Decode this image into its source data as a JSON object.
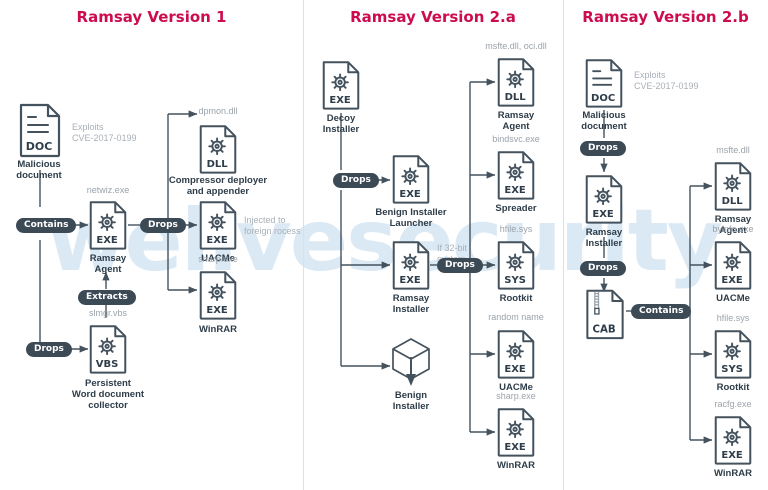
{
  "figure": {
    "watermark": "welivesecurity",
    "accent_title_color": "#cc0c4f",
    "badge_color": "#3c4a56",
    "icon_stroke_color": "#44525e",
    "note_color": "#a8b0b8",
    "label_color": "#2e3d49"
  },
  "columns": [
    {
      "id": "v1",
      "title": "Ramsay Version 1",
      "nodes": [
        {
          "name": "malicious-document",
          "icon": "DOC",
          "top_label": "",
          "bottom_label": "Malicious\ndocument"
        },
        {
          "name": "ramsay-agent",
          "icon": "EXE",
          "top_label": "netwiz.exe",
          "bottom_label": "Ramsay\nAgent"
        },
        {
          "name": "compressor-deployer",
          "icon": "DLL",
          "top_label": "dpmon.dll",
          "bottom_label": "Compressor deployer\nand appender"
        },
        {
          "name": "uacme",
          "icon": "EXE",
          "top_label": "",
          "bottom_label": "UACMe"
        },
        {
          "name": "winrar",
          "icon": "EXE",
          "top_label": "sharp.exe",
          "bottom_label": "WinRAR"
        },
        {
          "name": "persistent-word-collector",
          "icon": "VBS",
          "top_label": "slmgr.vbs",
          "bottom_label": "Persistent\nWord document\ncollector"
        }
      ],
      "notes": [
        {
          "name": "exploit-note",
          "text": "Exploits\nCVE-2017-0199"
        },
        {
          "name": "injection-note",
          "text": "Injected to\nforeign rocess"
        }
      ],
      "badges": [
        {
          "name": "contains-badge",
          "label": "Contains"
        },
        {
          "name": "drops-badge-top",
          "label": "Drops"
        },
        {
          "name": "extracts-badge",
          "label": "Extracts"
        },
        {
          "name": "drops-badge-bottom",
          "label": "Drops"
        }
      ]
    },
    {
      "id": "v2a",
      "title": "Ramsay Version 2.a",
      "nodes": [
        {
          "name": "decoy-installer",
          "icon": "EXE",
          "top_label": "",
          "bottom_label": "Decoy\nInstaller"
        },
        {
          "name": "benign-installer-launcher",
          "icon": "EXE",
          "top_label": "",
          "bottom_label": "Benign Installer\nLauncher"
        },
        {
          "name": "ramsay-installer",
          "icon": "EXE",
          "top_label": "",
          "bottom_label": "Ramsay\nInstaller"
        },
        {
          "name": "benign-installer",
          "icon": "CUBE",
          "top_label": "",
          "bottom_label": "Benign\nInstaller"
        },
        {
          "name": "ramsay-agent",
          "icon": "DLL",
          "top_label": "msfte.dll, oci.dll",
          "bottom_label": "Ramsay\nAgent"
        },
        {
          "name": "spreader",
          "icon": "EXE",
          "top_label": "bindsvc.exe",
          "bottom_label": "Spreader"
        },
        {
          "name": "rootkit",
          "icon": "SYS",
          "top_label": "hfile.sys",
          "bottom_label": "Rootkit"
        },
        {
          "name": "uacme",
          "icon": "EXE",
          "top_label": "random name",
          "bottom_label": "UACMe"
        },
        {
          "name": "winrar",
          "icon": "EXE",
          "top_label": "sharp.exe",
          "bottom_label": "WinRAR"
        }
      ],
      "notes": [
        {
          "name": "bitness-note",
          "text": "If 32-bit\nsystem"
        }
      ],
      "badges": [
        {
          "name": "drops-badge-decoy",
          "label": "Drops"
        },
        {
          "name": "drops-badge-installer",
          "label": "Drops"
        }
      ]
    },
    {
      "id": "v2b",
      "title": "Ramsay Version 2.b",
      "nodes": [
        {
          "name": "malicious-document",
          "icon": "DOC",
          "top_label": "",
          "bottom_label": "Malicious\ndocument"
        },
        {
          "name": "ramsay-installer",
          "icon": "EXE",
          "top_label": "",
          "bottom_label": "Ramsay\nInstaller"
        },
        {
          "name": "cab-archive",
          "icon": "CAB",
          "top_label": "",
          "bottom_label": ""
        },
        {
          "name": "ramsay-agent",
          "icon": "DLL",
          "top_label": "msfte.dll",
          "bottom_label": "Ramsay\nAgent"
        },
        {
          "name": "uacme",
          "icon": "EXE",
          "top_label": "byinfo.exe",
          "bottom_label": "UACMe"
        },
        {
          "name": "rootkit",
          "icon": "SYS",
          "top_label": "hfile.sys",
          "bottom_label": "Rootkit"
        },
        {
          "name": "winrar",
          "icon": "EXE",
          "top_label": "racfg.exe",
          "bottom_label": "WinRAR"
        }
      ],
      "notes": [
        {
          "name": "exploit-note",
          "text": "Exploits\nCVE-2017-0199"
        }
      ],
      "badges": [
        {
          "name": "drops-badge-doc",
          "label": "Drops"
        },
        {
          "name": "drops-badge-installer",
          "label": "Drops"
        },
        {
          "name": "contains-badge",
          "label": "Contains"
        }
      ]
    }
  ]
}
